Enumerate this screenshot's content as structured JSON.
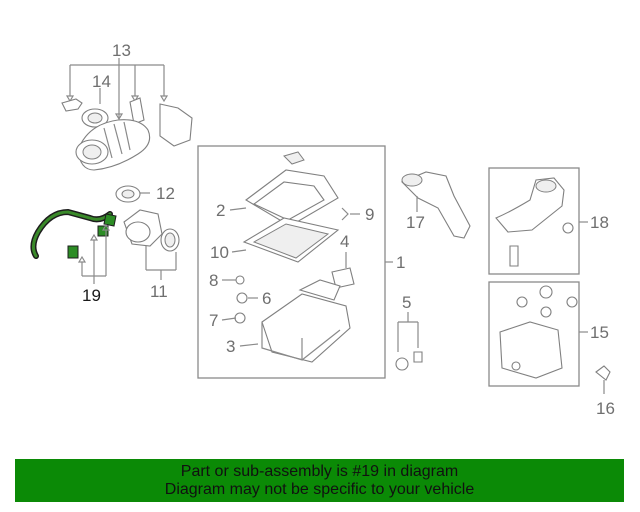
{
  "diagram": {
    "callouts": [
      "1",
      "2",
      "3",
      "4",
      "5",
      "6",
      "7",
      "8",
      "9",
      "10",
      "11",
      "12",
      "13",
      "14",
      "15",
      "16",
      "17",
      "18",
      "19"
    ],
    "highlighted_part": "19"
  },
  "banner": {
    "line1": "Part or sub-assembly is #19 in diagram",
    "line2": "Diagram may not be specific to your vehicle",
    "background": "#0b8a06"
  },
  "colors": {
    "highlight": "#2c8c25",
    "linework": "#808080"
  }
}
